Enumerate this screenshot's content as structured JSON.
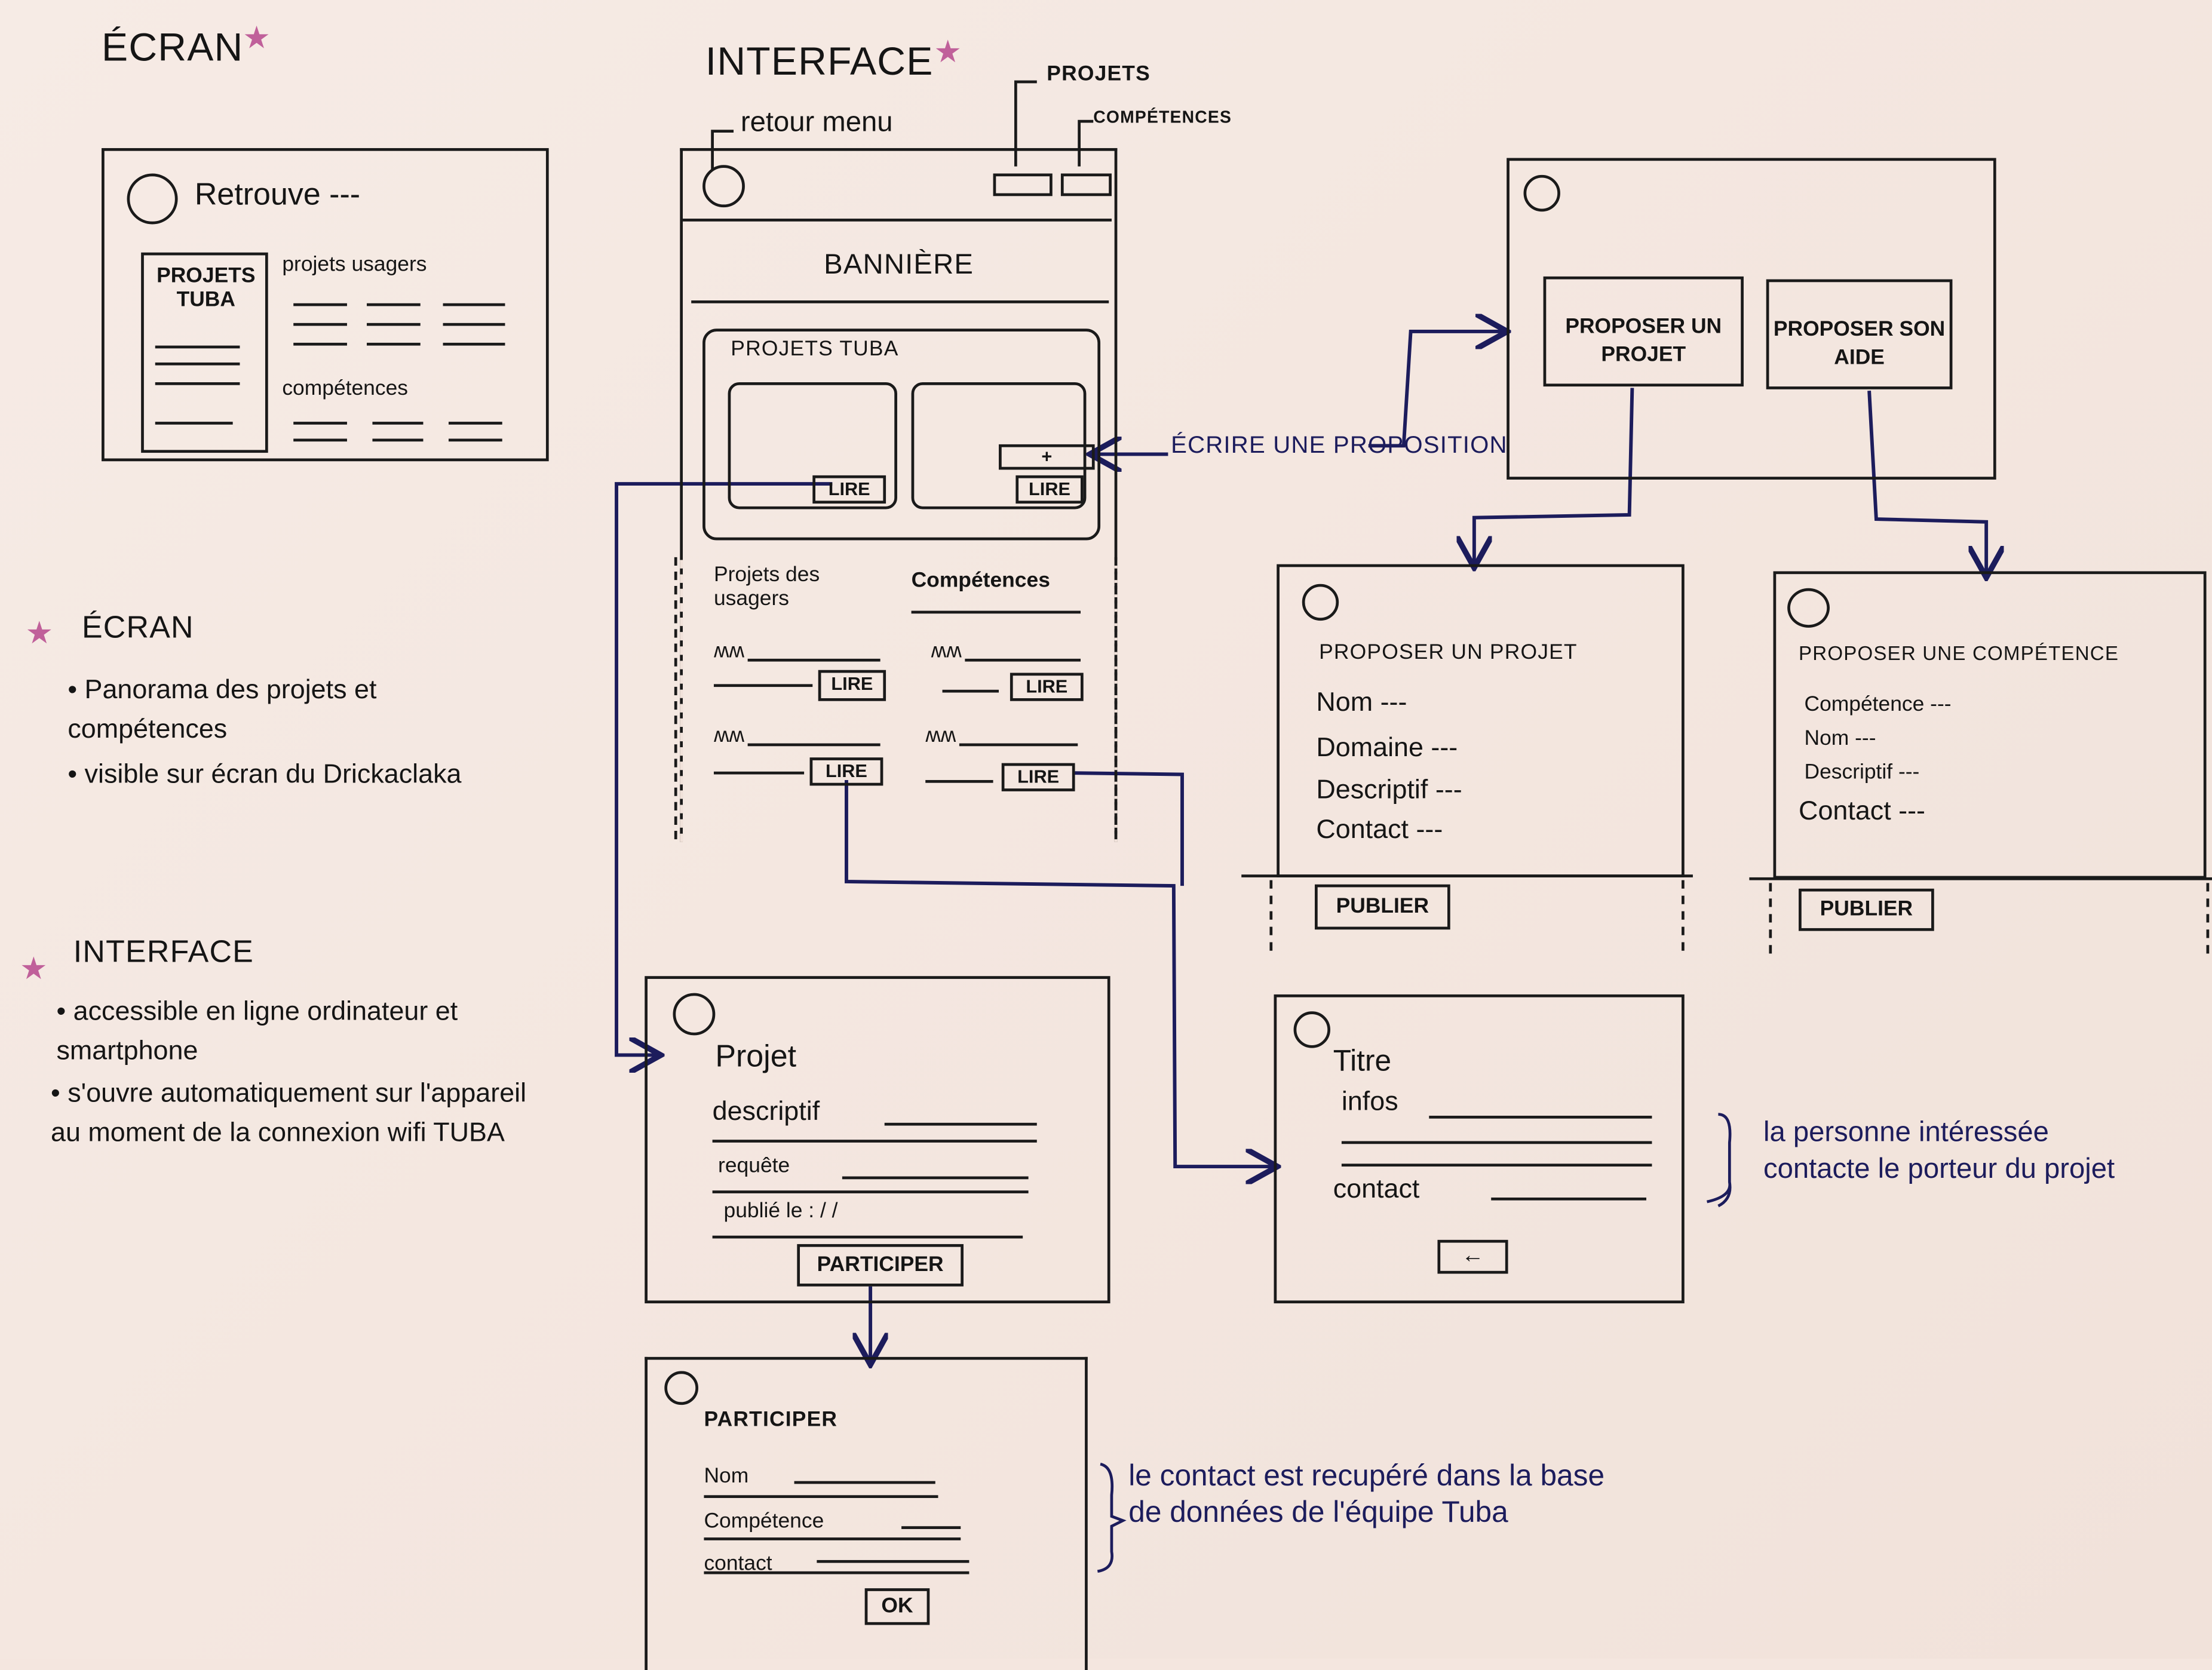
{
  "colors": {
    "paper": "#f4e6df",
    "ink": "#1a1a1a",
    "navy": "#1c1c5c",
    "star": "#c0609a"
  },
  "screen_section": {
    "title": "ÉCRAN",
    "header": "Retrouve ---",
    "sidebar_title": "PROJETS TUBA",
    "projects_label": "projets usagers",
    "skills_label": "compétences"
  },
  "notes": {
    "screen": {
      "title": "ÉCRAN",
      "bullets": [
        "Panorama des projets et compétences",
        "visible sur écran du Drickaclaka"
      ]
    },
    "interface": {
      "title": "INTERFACE",
      "bullets": [
        "accessible en ligne ordinateur et smartphone",
        "s'ouvre automatiquement sur l'appareil au moment de la connexion wifi TUBA"
      ]
    }
  },
  "interface_section": {
    "title": "INTERFACE",
    "annotation_back": "retour menu",
    "annotation_projects": "PROJETS",
    "annotation_skills": "COMPÉTENCES",
    "banner": "BANNIÈRE",
    "tuba_projects": "PROJETS TUBA",
    "read": "LIRE",
    "plus": "+",
    "user_projects": "Projets des usagers",
    "skills": "Compétences",
    "write_annotation": "ÉCRIRE UNE PROPOSITION"
  },
  "propose_screen": {
    "propose_project": "PROPOSER UN PROJET",
    "offer_help": "PROPOSER SON AIDE"
  },
  "form_project": {
    "title": "PROPOSER UN PROJET",
    "fields": [
      "Nom ---",
      "Domaine ---",
      "Descriptif ---",
      "Contact ---"
    ],
    "submit": "PUBLIER"
  },
  "form_skill": {
    "title": "PROPOSER UNE COMPÉTENCE",
    "fields": [
      "Compétence ---",
      "Nom ---",
      "Descriptif ---",
      "Contact ---"
    ],
    "submit": "PUBLIER"
  },
  "project_detail": {
    "title": "Projet",
    "fields": [
      "descriptif",
      "requête",
      "publié le :  / /"
    ],
    "action": "PARTICIPER"
  },
  "participate_form": {
    "title": "PARTICIPER",
    "fields": [
      "Nom",
      "Compétence",
      "contact"
    ],
    "submit": "OK"
  },
  "contact_screen": {
    "title": "Titre",
    "fields": [
      "infos",
      "contact"
    ],
    "back": "←"
  },
  "annotations": {
    "contact_note": "la personne intéressée contacte le porteur du projet",
    "database_note": "le contact est recupéré dans la base de données de l'équipe Tuba"
  }
}
